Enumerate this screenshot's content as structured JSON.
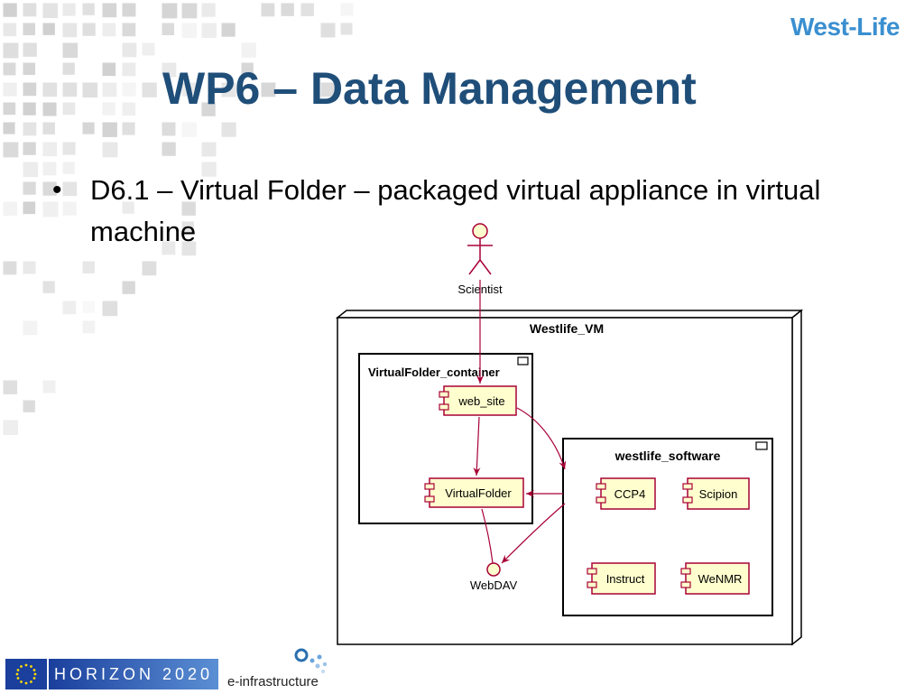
{
  "slide": {
    "title": "WP6 – Data Management",
    "bullets": [
      "D6.1 – Virtual Folder – packaged virtual appliance in virtual machine"
    ]
  },
  "logos": {
    "westlife_text": "West-Life",
    "horizon_text": "HORIZON 2020",
    "einfra_text": "e-infrastructure"
  },
  "diagram": {
    "actor": "Scientist",
    "node": "Westlife_VM",
    "packages": [
      "VirtualFolder_container",
      "westlife_software"
    ],
    "components": [
      "web_site",
      "VirtualFolder",
      "CCP4",
      "Scipion",
      "Instruct",
      "WeNMR"
    ],
    "interface": "WebDAV"
  },
  "colors": {
    "title": "#1f4e79",
    "component_fill": "#fefece",
    "component_border": "#a80036",
    "arrow": "#a80036",
    "logo_blue": "#3a8fd0"
  }
}
